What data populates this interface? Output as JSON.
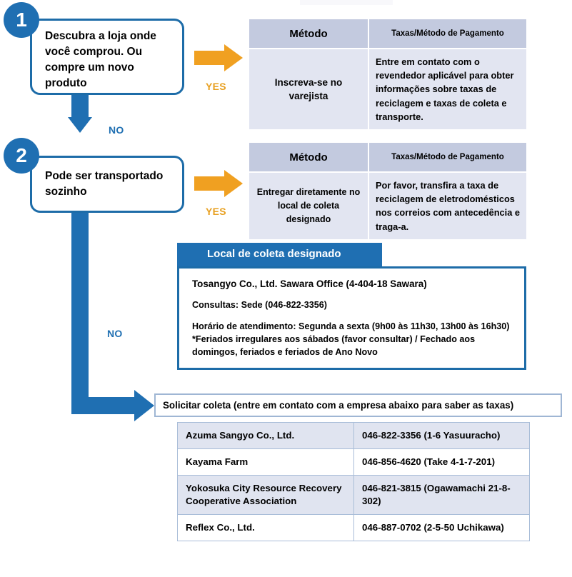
{
  "colors": {
    "brand_blue": "#1f6fb2",
    "box_border_blue": "#1d6ca8",
    "arrow_orange": "#f0a021",
    "yes_label_orange": "#e8a020",
    "table_header_bg": "#c3cadf",
    "table_body_bg": "#e2e5f1",
    "company_row_alt_bg": "#e0e4f0",
    "company_border": "#a9bdd8"
  },
  "steps": [
    {
      "number": "1",
      "question": "Descubra a loja onde você comprou. Ou compre um novo produto",
      "yes_label": "YES",
      "no_label": "NO"
    },
    {
      "number": "2",
      "question": "Pode ser transportado sozinho",
      "yes_label": "YES",
      "no_label": "NO"
    }
  ],
  "method_tables": [
    {
      "headers": [
        "Método",
        "Taxas/Método de Pagamento"
      ],
      "method": "Inscreva-se no varejista",
      "fee": "Entre em contato com o revendedor aplicável para obter informações sobre taxas de reciclagem e taxas de coleta e transporte."
    },
    {
      "headers": [
        "Método",
        "Taxas/Método de Pagamento"
      ],
      "method": "Entregar diretamente no local de coleta designado",
      "fee": "Por favor, transfira a taxa de reciclagem de eletrodomésticos nos correios com antecedência e traga-a."
    }
  ],
  "collection_site": {
    "header": "Local de coleta designado",
    "name": "Tosangyo Co., Ltd. Sawara Office (4-404-18 Sawara)",
    "inquiries": "Consultas: Sede (046-822-3356)",
    "hours": "Horário de atendimento: Segunda a sexta (9h00 às 11h30, 13h00 às 16h30) *Feriados irregulares aos sábados (favor consultar) / Fechado aos domingos, feriados e feriados de Ano Novo"
  },
  "request_pickup": {
    "banner": "Solicitar coleta (entre em contato com a empresa abaixo para saber as taxas)",
    "companies": [
      {
        "name": "Azuma Sangyo Co., Ltd.",
        "contact": "046-822-3356 (1-6 Yasuuracho)"
      },
      {
        "name": "Kayama Farm",
        "contact": "046-856-4620 (Take 4-1-7-201)"
      },
      {
        "name": "Yokosuka City Resource Recovery Cooperative Association",
        "contact": "046-821-3815 (Ogawamachi 21-8-302)"
      },
      {
        "name": "Reflex Co., Ltd.",
        "contact": "046-887-0702 (2-5-50 Uchikawa)"
      }
    ]
  }
}
